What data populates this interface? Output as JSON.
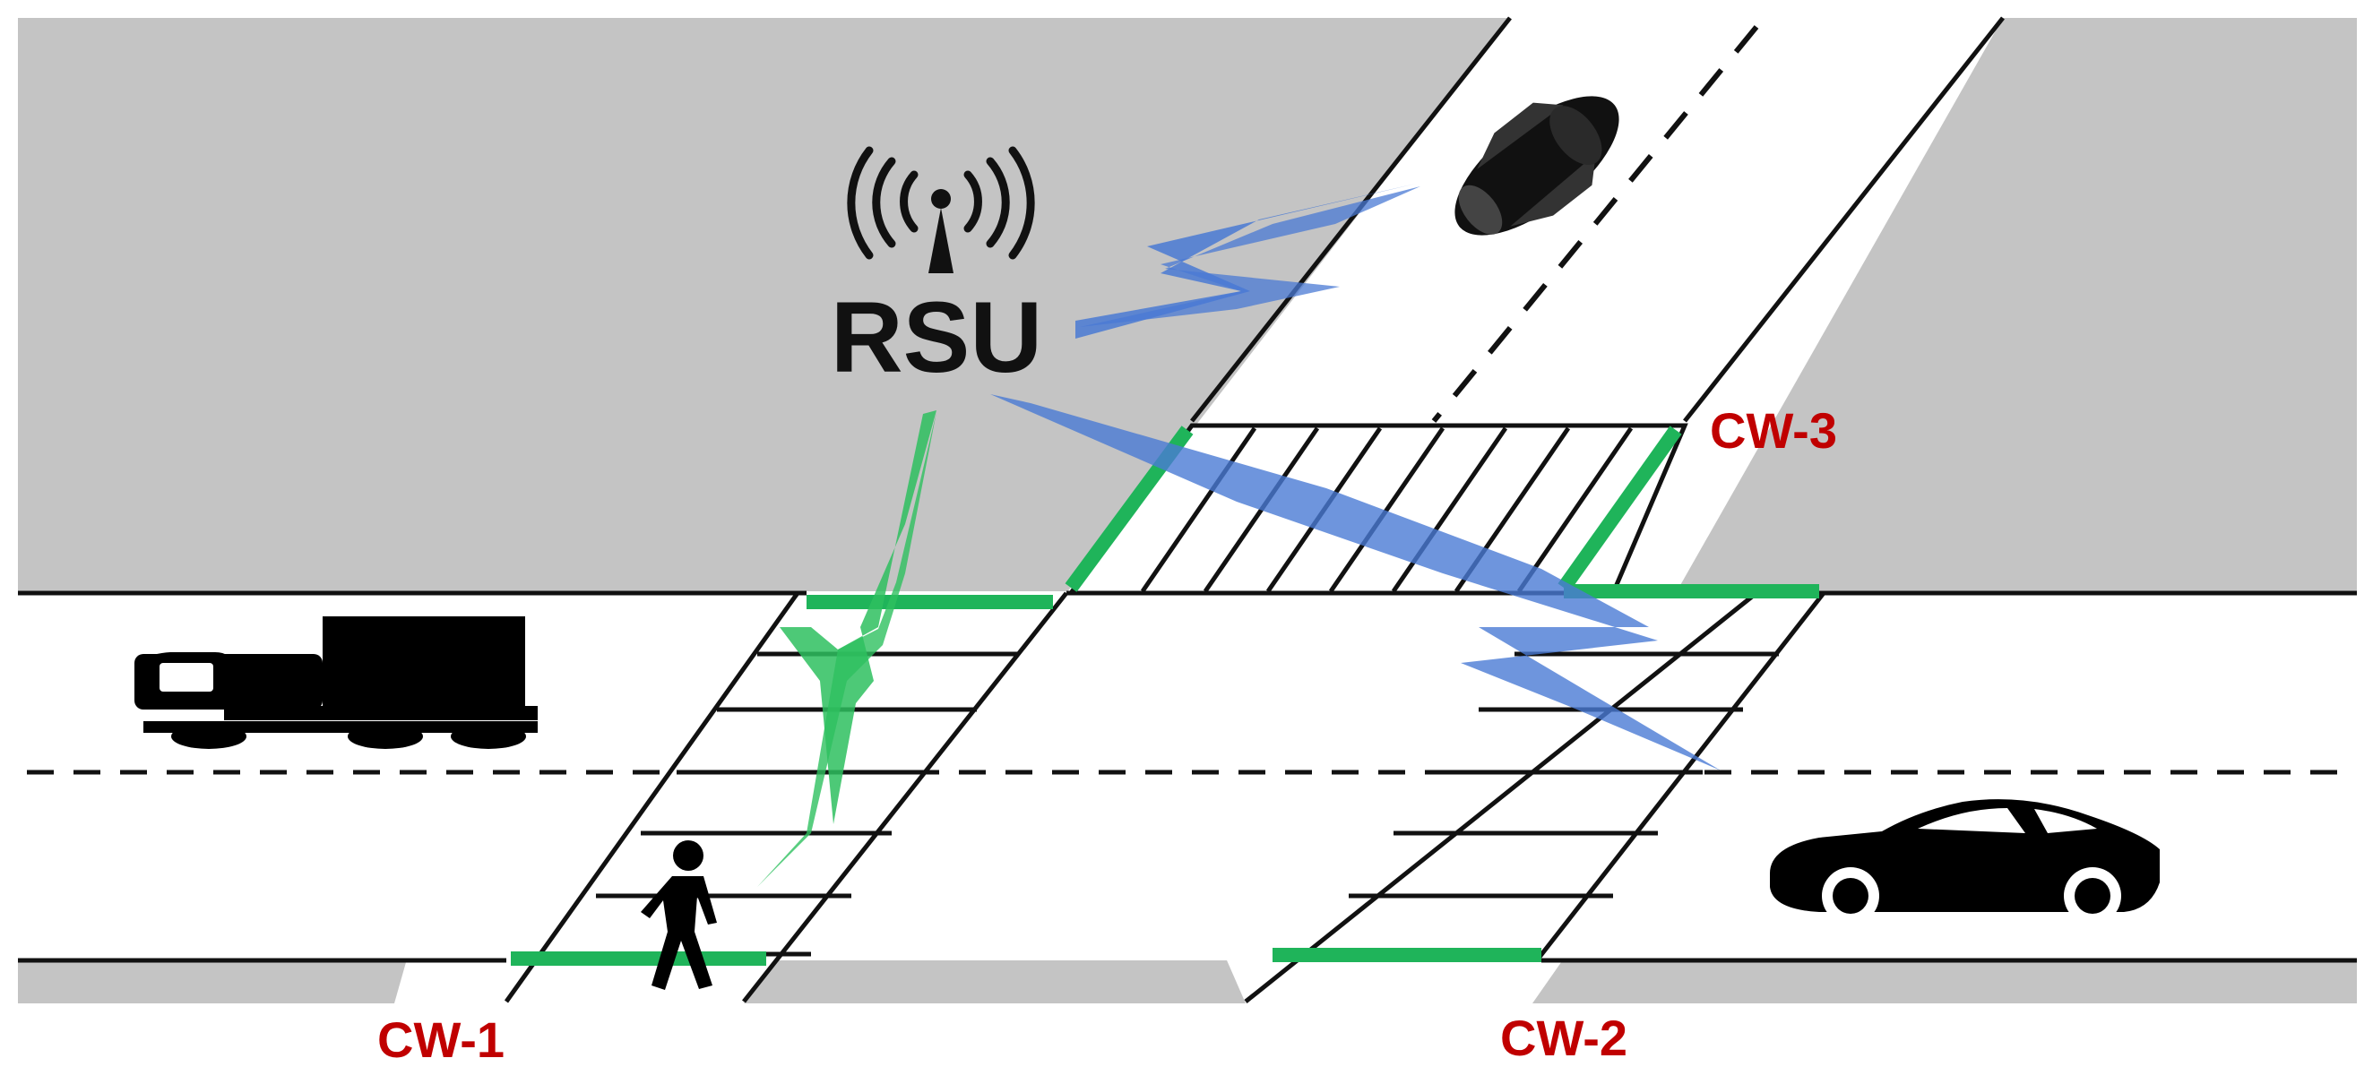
{
  "labels": {
    "rsu": "RSU",
    "cw1": "CW-1",
    "cw2": "CW-2",
    "cw3": "CW-3"
  },
  "colors": {
    "ground": "#c4c4c4",
    "road": "#ffffff",
    "line": "#111111",
    "zone_highlight": "#1fb45a",
    "v2p_signal": "#2ec05f",
    "v2v_signal": "#4a7ad4",
    "crosswalk_label": "#c00000",
    "rsu_label": "#111111"
  },
  "icons": [
    "antenna-icon",
    "car-icon",
    "truck-icon",
    "sports-car-icon",
    "pedestrian-icon"
  ]
}
